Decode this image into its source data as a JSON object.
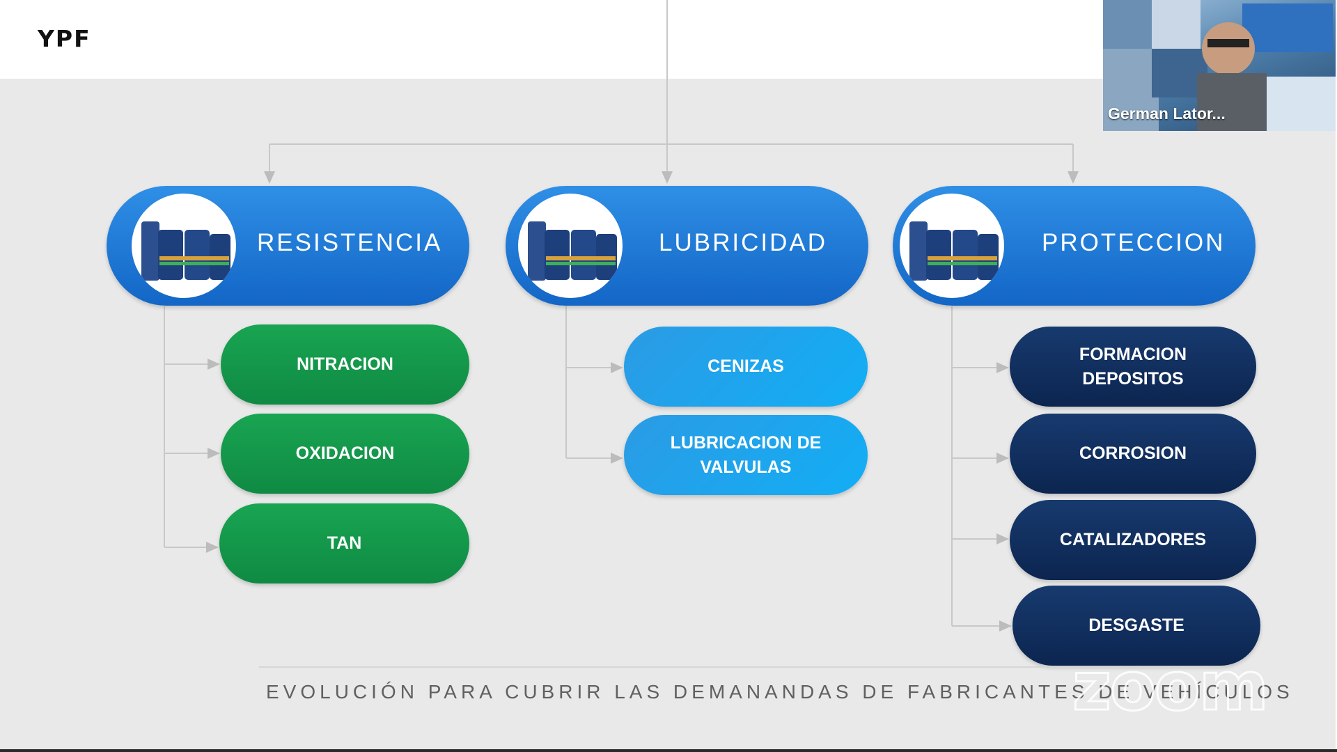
{
  "brand": {
    "logo": "YPF"
  },
  "categories": [
    {
      "title": "RESISTENCIA",
      "items": [
        "NITRACION",
        "OXIDACION",
        "TAN"
      ]
    },
    {
      "title": "LUBRICIDAD",
      "items": [
        "CENIZAS",
        "LUBRICACION DE\nVALVULAS"
      ]
    },
    {
      "title": "PROTECCION",
      "items": [
        "FORMACION\nDEPOSITOS",
        "CORROSION",
        "CATALIZADORES",
        "DESGASTE"
      ]
    }
  ],
  "caption": "EVOLUCIÓN PARA CUBRIR LAS DEMANANDAS DE FABRICANTES DE VEHÍCULOS",
  "video": {
    "participant_name": "German Lator..."
  },
  "watermark": "zoom",
  "colors": {
    "main_blue": "#1f7ad8",
    "green": "#14984a",
    "cyan": "#1aa8f0",
    "navy": "#112f61",
    "background": "#e9e9e9"
  }
}
